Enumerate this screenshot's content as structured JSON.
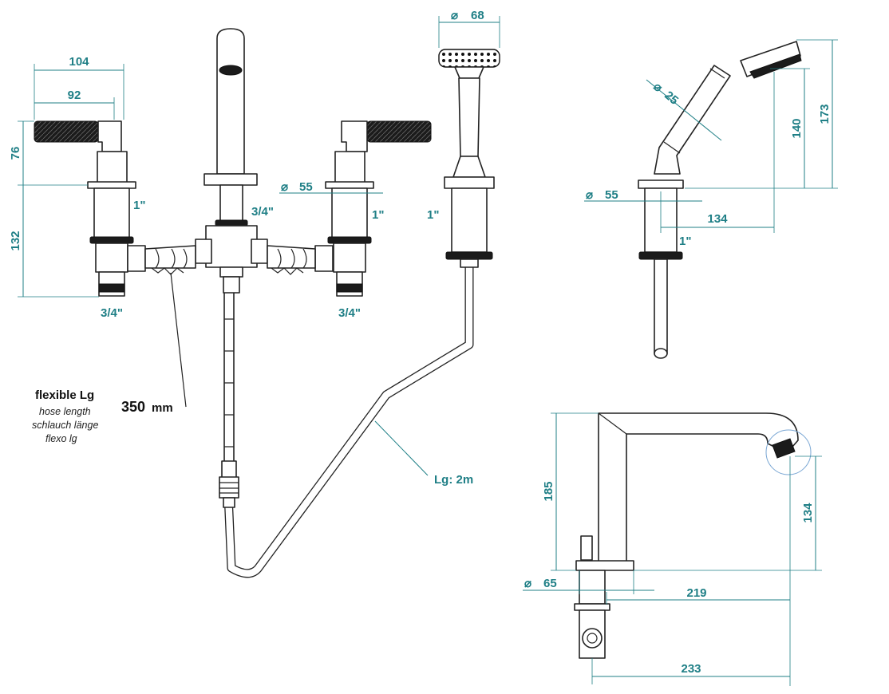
{
  "dimensions": {
    "handle_total_width": "104",
    "handle_width": "92",
    "handle_height": "76",
    "body_height": "132",
    "hand_shower_diameter": "68",
    "body_diameter": "55",
    "handle_diameter_side": "25",
    "handle_length_side": "140",
    "total_height_side": "173",
    "body_diameter_side": "55",
    "reach_side": "134",
    "spout_height": "185",
    "spout_outlet_height": "134",
    "spout_base_diameter": "65",
    "spout_reach": "219",
    "spout_total_reach": "233"
  },
  "threads": {
    "left_valve_top": "1\"",
    "left_valve_bottom": "3/4\"",
    "center_valve": "3/4\"",
    "right_valve_top": "1\"",
    "right_valve_bottom": "3/4\"",
    "hand_shower_base": "1\"",
    "side_view_base": "1\""
  },
  "flexible": {
    "title": "flexible Lg",
    "line1": "hose length",
    "line2": "schlauch länge",
    "line3": "flexo lg",
    "length": "350",
    "unit": "mm"
  },
  "hose_label": "Lg: 2m",
  "diameter_symbol": "⌀",
  "colors": {
    "dimension": "#1f7f86",
    "line": "#222222"
  }
}
